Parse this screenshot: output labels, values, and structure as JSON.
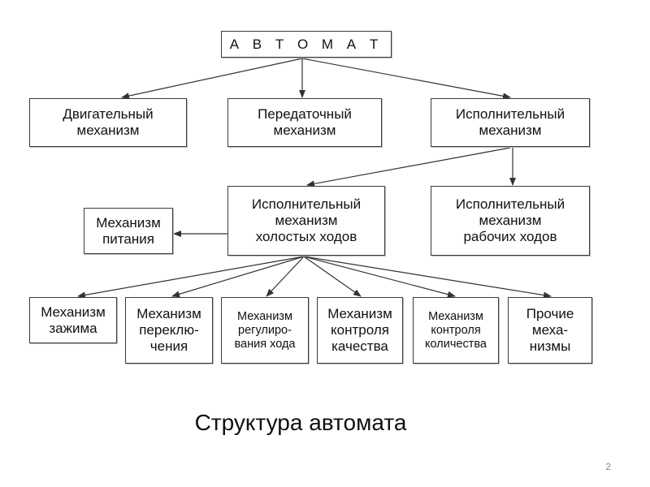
{
  "diagram": {
    "nodes": {
      "root": "А В Т О М А Т",
      "motor": "Двигательный\nмеханизм",
      "transmission": "Передаточный\nмеханизм",
      "executive": "Исполнительный\nмеханизм",
      "idle": "Исполнительный\nмеханизм\nхолостых ходов",
      "working": "Исполнительный\nмеханизм\nрабочих ходов",
      "feed": "Механизм\nпитания",
      "clamp": "Механизм\nзажима",
      "switching": "Механизм\nпереклю-\nчения",
      "regulation": "Механизм\nрегулиро-\nвания хода",
      "quality": "Механизм\nконтроля\nкачества",
      "quantity": "Механизм\nконтроля\nколичества",
      "other": "Прочие\nмеха-\nнизмы"
    },
    "edges": [
      [
        "root",
        "motor"
      ],
      [
        "root",
        "transmission"
      ],
      [
        "root",
        "executive"
      ],
      [
        "executive",
        "idle"
      ],
      [
        "executive",
        "working"
      ],
      [
        "idle",
        "feed"
      ],
      [
        "idle",
        "clamp"
      ],
      [
        "idle",
        "switching"
      ],
      [
        "idle",
        "regulation"
      ],
      [
        "idle",
        "quality"
      ],
      [
        "idle",
        "quantity"
      ],
      [
        "idle",
        "other"
      ]
    ]
  },
  "caption": "Структура автомата",
  "page_number": "2"
}
